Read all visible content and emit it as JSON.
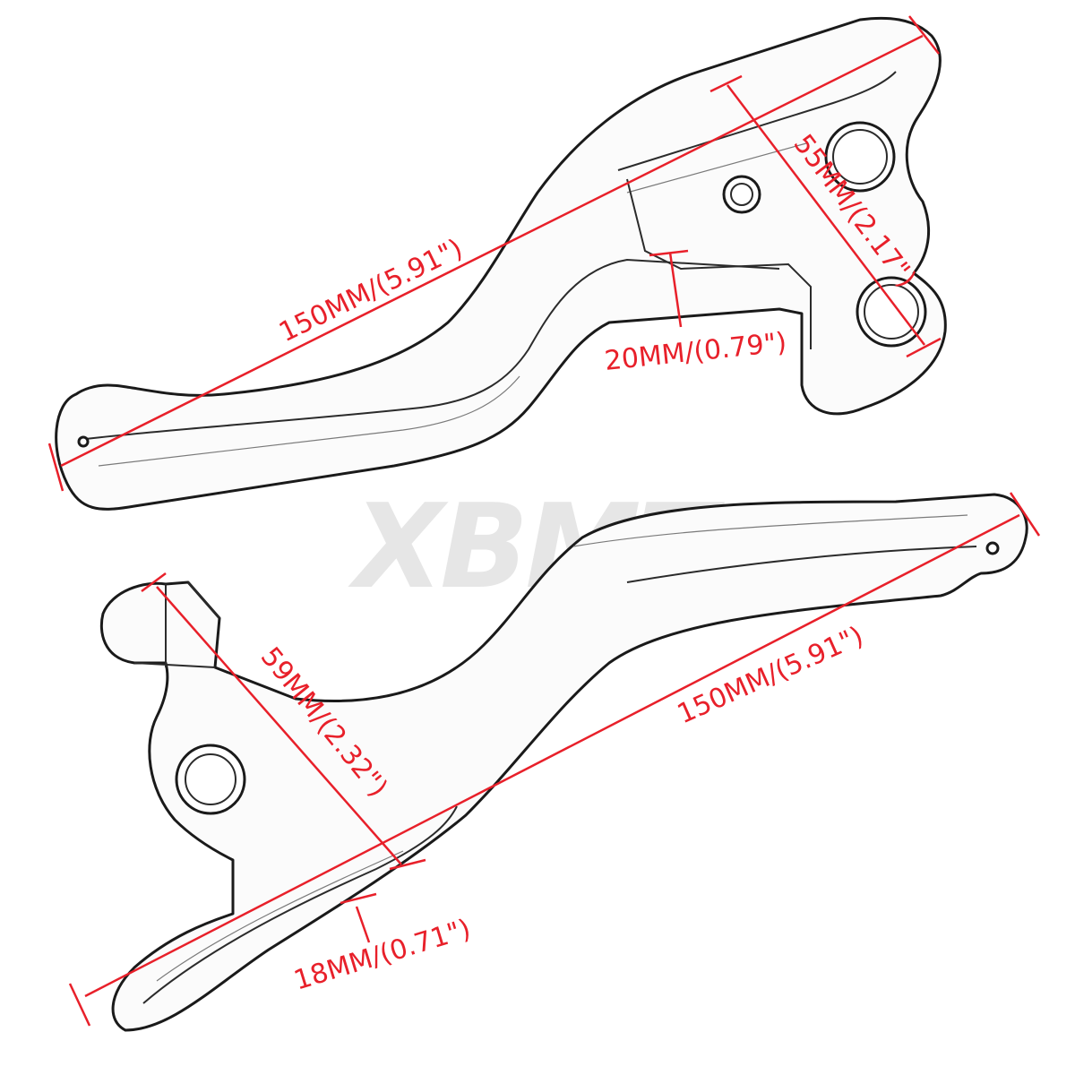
{
  "watermark": "XBMT",
  "colors": {
    "dimension": "#e8202a",
    "outline": "#1a1a1a",
    "watermark": "#e6e6e6"
  },
  "dimensions": {
    "top_length": "150MM/(5.91\")",
    "top_width": "20MM/(0.79\")",
    "top_pivot": "55MM/(2.17\")",
    "bottom_length": "150MM/(5.91\")",
    "bottom_pivot": "59MM/(2.32\")",
    "bottom_width": "18MM/(0.71\")"
  }
}
